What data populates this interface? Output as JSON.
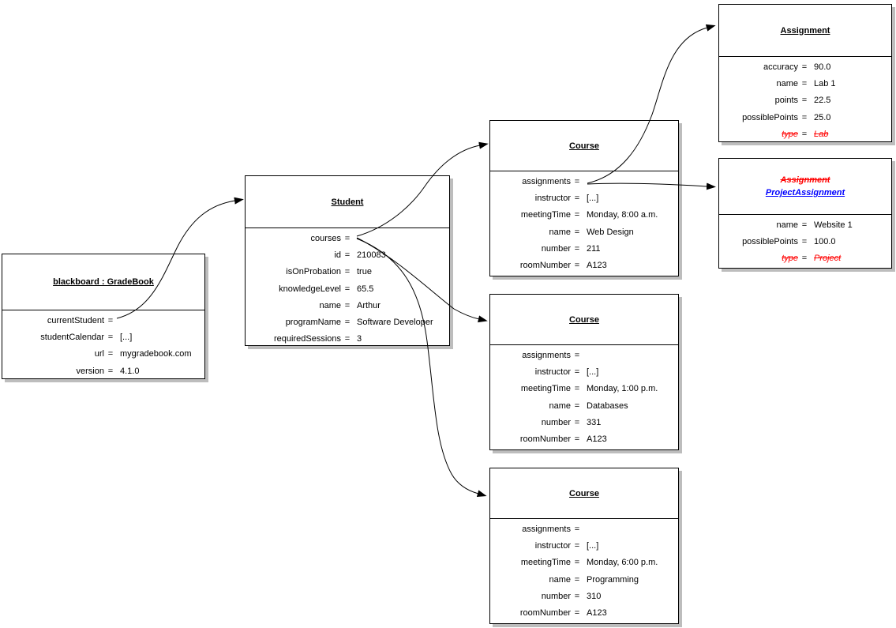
{
  "diagram": {
    "colors": {
      "background": "#ffffff",
      "border": "#000000",
      "shadow": "#bdbdbd",
      "strike_red": "#ff0000",
      "subclass_blue": "#0000ff"
    },
    "boxes": [
      {
        "object": "gradebook",
        "titles": [
          {
            "text": "blackboard : GradeBook",
            "variant": "plain"
          }
        ],
        "rows": [
          {
            "label": "currentStudent",
            "value": "",
            "variant": "plain"
          },
          {
            "label": "studentCalendar",
            "value": "[...]",
            "variant": "plain"
          },
          {
            "label": "url",
            "value": "mygradebook.com",
            "variant": "plain"
          },
          {
            "label": "version",
            "value": "4.1.0",
            "variant": "plain"
          }
        ]
      },
      {
        "object": "student",
        "titles": [
          {
            "text": "Student",
            "variant": "plain"
          }
        ],
        "rows": [
          {
            "label": "courses",
            "value": "",
            "variant": "plain"
          },
          {
            "label": "id",
            "value": "210083",
            "variant": "plain"
          },
          {
            "label": "isOnProbation",
            "value": "true",
            "variant": "plain"
          },
          {
            "label": "knowledgeLevel",
            "value": "65.5",
            "variant": "plain"
          },
          {
            "label": "name",
            "value": "Arthur",
            "variant": "plain"
          },
          {
            "label": "programName",
            "value": "Software Developer",
            "variant": "plain"
          },
          {
            "label": "requiredSessions",
            "value": "3",
            "variant": "plain"
          }
        ]
      },
      {
        "object": "course-web-design",
        "titles": [
          {
            "text": "Course",
            "variant": "plain"
          }
        ],
        "rows": [
          {
            "label": "assignments",
            "value": "",
            "variant": "plain"
          },
          {
            "label": "instructor",
            "value": "[...]",
            "variant": "plain"
          },
          {
            "label": "meetingTime",
            "value": "Monday, 8:00 a.m.",
            "variant": "plain"
          },
          {
            "label": "name",
            "value": "Web Design",
            "variant": "plain"
          },
          {
            "label": "number",
            "value": "211",
            "variant": "plain"
          },
          {
            "label": "roomNumber",
            "value": "A123",
            "variant": "plain"
          }
        ]
      },
      {
        "object": "course-databases",
        "titles": [
          {
            "text": "Course",
            "variant": "plain"
          }
        ],
        "rows": [
          {
            "label": "assignments",
            "value": "",
            "variant": "plain"
          },
          {
            "label": "instructor",
            "value": "[...]",
            "variant": "plain"
          },
          {
            "label": "meetingTime",
            "value": "Monday, 1:00 p.m.",
            "variant": "plain"
          },
          {
            "label": "name",
            "value": "Databases",
            "variant": "plain"
          },
          {
            "label": "number",
            "value": "331",
            "variant": "plain"
          },
          {
            "label": "roomNumber",
            "value": "A123",
            "variant": "plain"
          }
        ]
      },
      {
        "object": "course-programming",
        "titles": [
          {
            "text": "Course",
            "variant": "plain"
          }
        ],
        "rows": [
          {
            "label": "assignments",
            "value": "",
            "variant": "plain"
          },
          {
            "label": "instructor",
            "value": "[...]",
            "variant": "plain"
          },
          {
            "label": "meetingTime",
            "value": "Monday, 6:00 p.m.",
            "variant": "plain"
          },
          {
            "label": "name",
            "value": "Programming",
            "variant": "plain"
          },
          {
            "label": "number",
            "value": "310",
            "variant": "plain"
          },
          {
            "label": "roomNumber",
            "value": "A123",
            "variant": "plain"
          }
        ]
      },
      {
        "object": "assignment-lab1",
        "titles": [
          {
            "text": "Assignment",
            "variant": "plain"
          }
        ],
        "rows": [
          {
            "label": "accuracy",
            "value": "90.0",
            "variant": "plain"
          },
          {
            "label": "name",
            "value": "Lab 1",
            "variant": "plain"
          },
          {
            "label": "points",
            "value": "22.5",
            "variant": "plain"
          },
          {
            "label": "possiblePoints",
            "value": "25.0",
            "variant": "plain"
          },
          {
            "label": "type",
            "value": "Lab",
            "variant": "strike"
          }
        ]
      },
      {
        "object": "assignment-website1",
        "titles": [
          {
            "text": "Assignment",
            "variant": "strike-red"
          },
          {
            "text": "ProjectAssignment",
            "variant": "blue-underline"
          }
        ],
        "rows": [
          {
            "label": "name",
            "value": "Website 1",
            "variant": "plain"
          },
          {
            "label": "possiblePoints",
            "value": "100.0",
            "variant": "plain"
          },
          {
            "label": "type",
            "value": "Project",
            "variant": "strike"
          }
        ]
      }
    ],
    "references": [
      {
        "from": "gradebook.currentStudent",
        "to": "student"
      },
      {
        "from": "student.courses",
        "to": "course-web-design"
      },
      {
        "from": "student.courses",
        "to": "course-databases"
      },
      {
        "from": "student.courses",
        "to": "course-programming"
      },
      {
        "from": "course-web-design.assignments",
        "to": "assignment-lab1"
      },
      {
        "from": "course-web-design.assignments",
        "to": "assignment-website1"
      }
    ]
  }
}
